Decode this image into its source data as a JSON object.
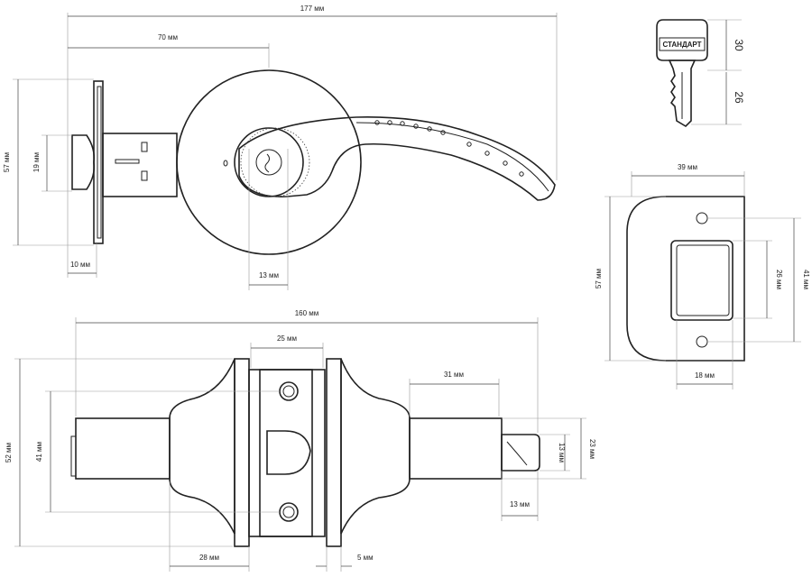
{
  "dimensions": {
    "overall_length": "177 мм",
    "lever_offset": "70 мм",
    "rose_height": "57 мм",
    "latch_height": "19 мм",
    "backset_plate": "10 мм",
    "cylinder_width": "13 мм",
    "key_head": "30",
    "key_blade": "26",
    "strike_width": "39 мм",
    "strike_height": "57 мм",
    "strike_hole_spacing": "41 мм",
    "strike_opening": "26 мм",
    "strike_opening_width": "18 мм",
    "body_length": "160 мм",
    "plate_width": "25 мм",
    "spindle_length": "31 мм",
    "rose_diameter": "52 мм",
    "screw_spacing": "41 мм",
    "spindle_height": "23 мм",
    "tongue_height": "13 мм",
    "tongue_length": "13 мм",
    "collar_length": "28 мм",
    "plate_gap": "5 мм"
  },
  "key_label": "СТАНДАРТ"
}
